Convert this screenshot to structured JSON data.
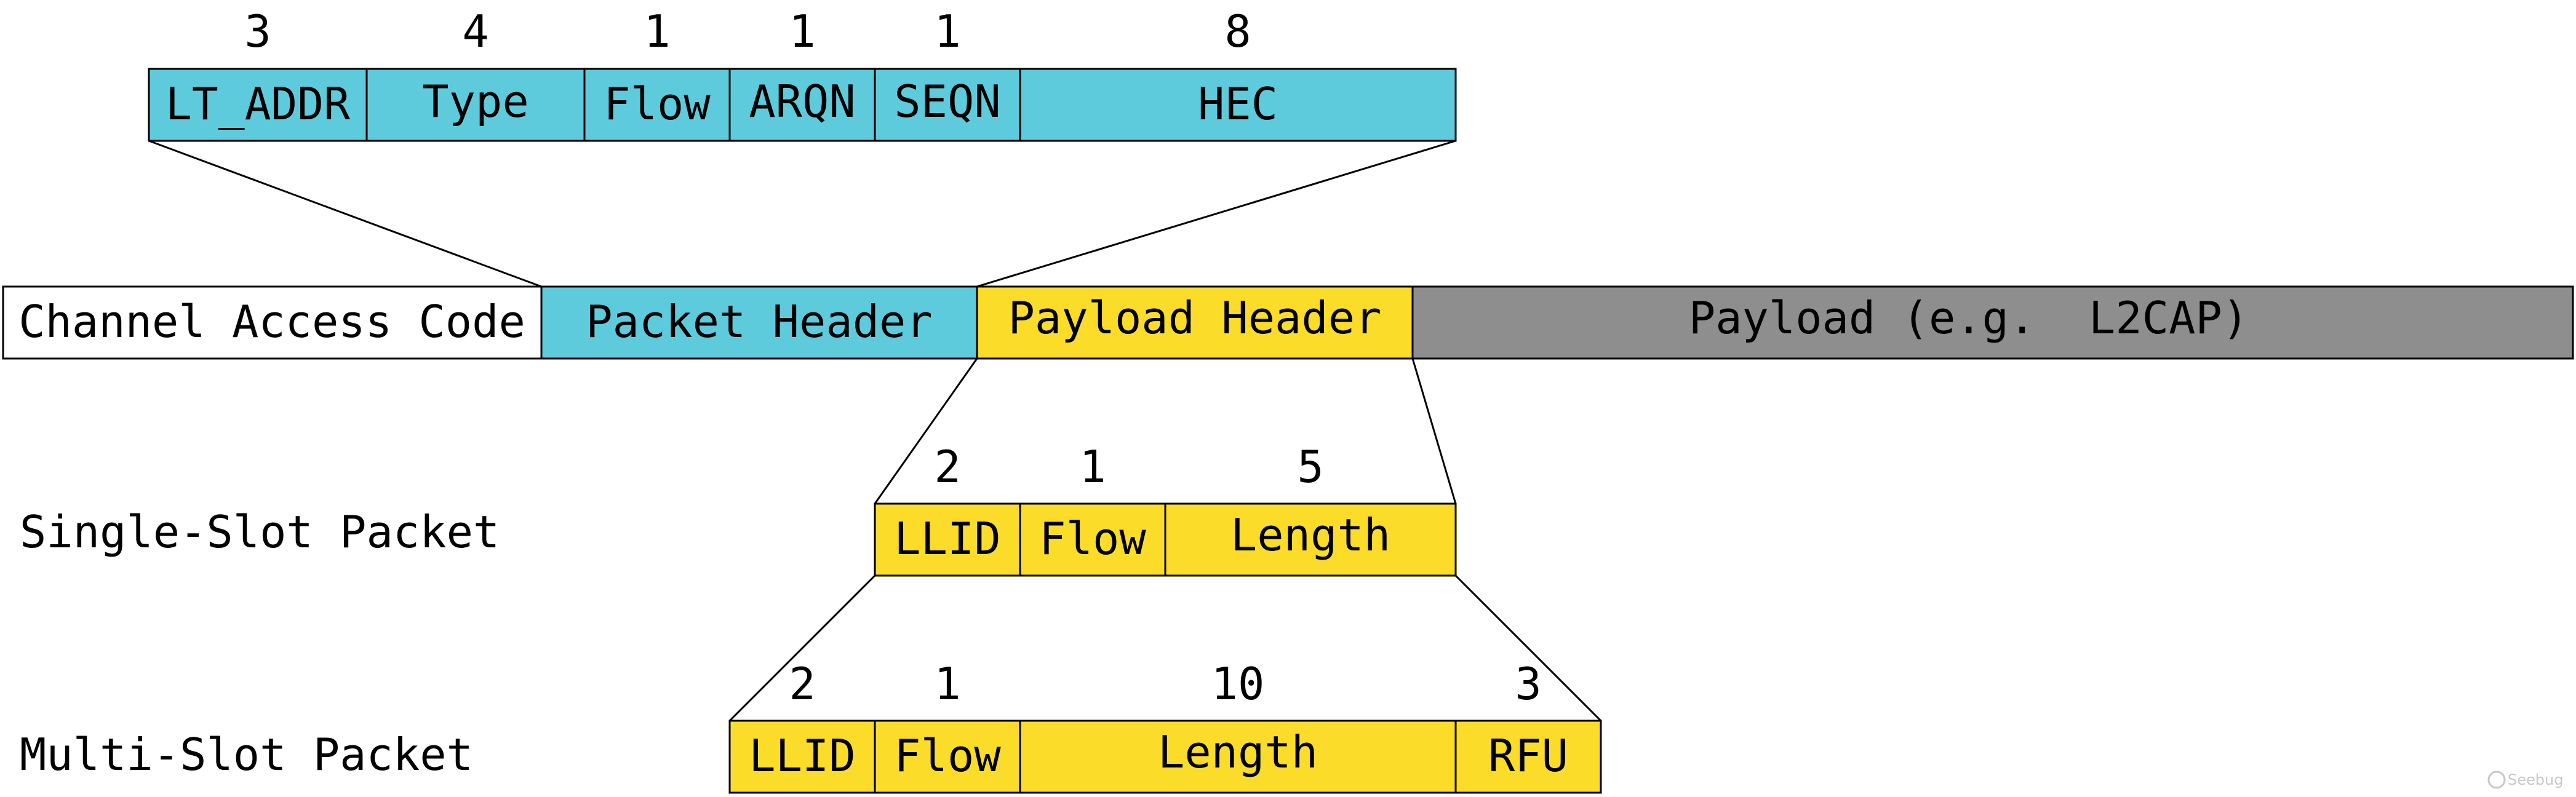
{
  "colors": {
    "header_fill": "#5ecbdd",
    "payload_header_fill": "#fbdc29",
    "payload_fill": "#8f8e8e",
    "access_code_fill": "#ffffff",
    "stroke": "#000000"
  },
  "packet_header": {
    "fields": [
      {
        "bits": "3",
        "label": "LT_ADDR"
      },
      {
        "bits": "4",
        "label": "Type"
      },
      {
        "bits": "1",
        "label": "Flow"
      },
      {
        "bits": "1",
        "label": "ARQN"
      },
      {
        "bits": "1",
        "label": "SEQN"
      },
      {
        "bits": "8",
        "label": "HEC"
      }
    ]
  },
  "packet": {
    "segments": [
      {
        "label": "Channel Access Code"
      },
      {
        "label": "Packet Header"
      },
      {
        "label": "Payload Header"
      },
      {
        "label": "Payload (e.g.  L2CAP)"
      }
    ]
  },
  "single_slot": {
    "title": "Single-Slot Packet",
    "fields": [
      {
        "bits": "2",
        "label": "LLID"
      },
      {
        "bits": "1",
        "label": "Flow"
      },
      {
        "bits": "5",
        "label": "Length"
      }
    ]
  },
  "multi_slot": {
    "title": "Multi-Slot Packet",
    "fields": [
      {
        "bits": "2",
        "label": "LLID"
      },
      {
        "bits": "1",
        "label": "Flow"
      },
      {
        "bits": "10",
        "label": "Length"
      },
      {
        "bits": "3",
        "label": "RFU"
      }
    ]
  },
  "watermark": "Seebug"
}
